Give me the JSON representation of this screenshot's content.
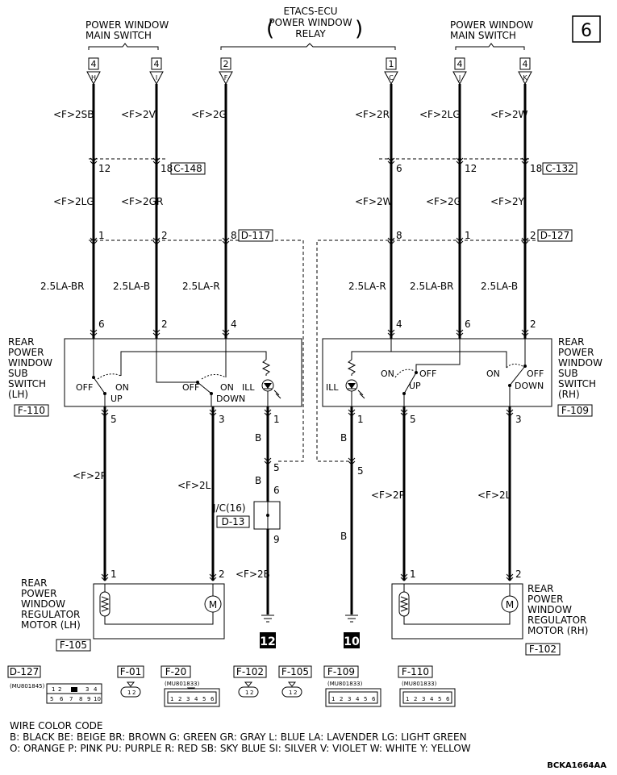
{
  "page_number": "6",
  "figure_code": "BCKA1664AA",
  "headers": {
    "main_switch_left": [
      "POWER WINDOW",
      "MAIN SWITCH"
    ],
    "etacs": [
      "ETACS-ECU",
      "POWER WINDOW",
      "RELAY"
    ],
    "main_switch_right": [
      "POWER WINDOW",
      "MAIN SWITCH"
    ]
  },
  "top_terminals": [
    {
      "box": "4",
      "letter": "H"
    },
    {
      "box": "4",
      "letter": "I"
    },
    {
      "box": "2",
      "letter": "F"
    },
    {
      "box": "1",
      "letter": "C"
    },
    {
      "box": "4",
      "letter": "J"
    },
    {
      "box": "4",
      "letter": "K"
    }
  ],
  "wire_labels_row1": [
    "<F>2SB",
    "<F>2V",
    "<F>2G",
    "<F>2R",
    "<F>2LG",
    "<F>2W"
  ],
  "wire_labels_row2": [
    "<F>2LG",
    "<F>2GR",
    "<F>2W",
    "<F>2G",
    "<F>2Y"
  ],
  "wire_labels_row3": [
    "2.5LA-BR",
    "2.5LA-B",
    "2.5LA-R",
    "2.5LA-R",
    "2.5LA-BR",
    "2.5LA-B"
  ],
  "pins": {
    "c148": [
      "12",
      "18"
    ],
    "c132": [
      "6",
      "12",
      "18"
    ],
    "d117": [
      "1",
      "2",
      "8"
    ],
    "d127": [
      "8",
      "1",
      "2"
    ],
    "sub_lh_top": [
      "6",
      "2",
      "4"
    ],
    "sub_rh_top": [
      "4",
      "6",
      "2"
    ],
    "sub_lh_bottom": [
      "5",
      "3",
      "1"
    ],
    "sub_rh_bottom": [
      "1",
      "5",
      "3"
    ],
    "jc_left": [
      "5",
      "6",
      "9"
    ],
    "jc_right": [
      "5"
    ],
    "motor_lh": [
      "1",
      "2"
    ],
    "motor_rh": [
      "1",
      "2"
    ]
  },
  "connectors": {
    "c148": "C-148",
    "c132": "C-132",
    "d117": "D-117",
    "d127": "D-127",
    "f110": "F-110",
    "f109": "F-109",
    "f105": "F-105",
    "f102": "F-102",
    "d13": "D-13"
  },
  "switch_lh": {
    "title": [
      "REAR",
      "POWER",
      "WINDOW",
      "SUB",
      "SWITCH",
      "(LH)"
    ],
    "off1": "OFF",
    "on1": "ON",
    "up": "UP",
    "off2": "OFF",
    "on2": "ON",
    "down": "DOWN",
    "ill": "ILL"
  },
  "switch_rh": {
    "title": [
      "REAR",
      "POWER",
      "WINDOW",
      "SUB",
      "SWITCH",
      "(RH)"
    ],
    "ill": "ILL",
    "on1": "ON",
    "off1": "OFF",
    "up": "UP",
    "on2": "ON",
    "off2": "OFF",
    "down": "DOWN"
  },
  "lower_labels": {
    "b": "B",
    "lh_left_wire": "<F>2P",
    "lh_right_wire": "<F>2L",
    "rh_left_wire": "<F>2P",
    "rh_right_wire": "<F>2L",
    "jc": "J/C(16)",
    "jc_out": "<F>2B"
  },
  "motor_lh_title": [
    "REAR",
    "POWER",
    "WINDOW",
    "REGULATOR",
    "MOTOR (LH)"
  ],
  "motor_rh_title": [
    "REAR",
    "POWER",
    "WINDOW",
    "REGULATOR",
    "MOTOR (RH)"
  ],
  "grounds": [
    "12",
    "10"
  ],
  "connector_keys": [
    {
      "code": "D-127",
      "part": "(MU801845)",
      "pins": [
        "1",
        "2",
        "3",
        "4",
        "5",
        "6",
        "7",
        "8",
        "9",
        "10"
      ]
    },
    {
      "code": "F-01"
    },
    {
      "code": "F-20",
      "part": "(MU801833)",
      "pins": [
        "1",
        "2",
        "3",
        "4",
        "5",
        "6"
      ]
    },
    {
      "code": "F-102"
    },
    {
      "code": "F-105"
    },
    {
      "code": "F-109",
      "part": "(MU801833)",
      "pins": [
        "1",
        "2",
        "3",
        "4",
        "5",
        "6"
      ]
    },
    {
      "code": "F-110",
      "part": "(MU801833)",
      "pins": [
        "1",
        "2",
        "3",
        "4",
        "5",
        "6"
      ]
    }
  ],
  "two_pin": [
    "1",
    "2"
  ],
  "color_code": {
    "title": "WIRE COLOR CODE",
    "line1": "B: BLACK  BE: BEIGE  BR: BROWN  G: GREEN  GR: GRAY  L: BLUE  LA: LAVENDER  LG: LIGHT GREEN",
    "line2": "O: ORANGE  P: PINK  PU: PURPLE  R: RED  SB: SKY BLUE  SI: SILVER  V: VIOLET  W: WHITE  Y: YELLOW"
  }
}
